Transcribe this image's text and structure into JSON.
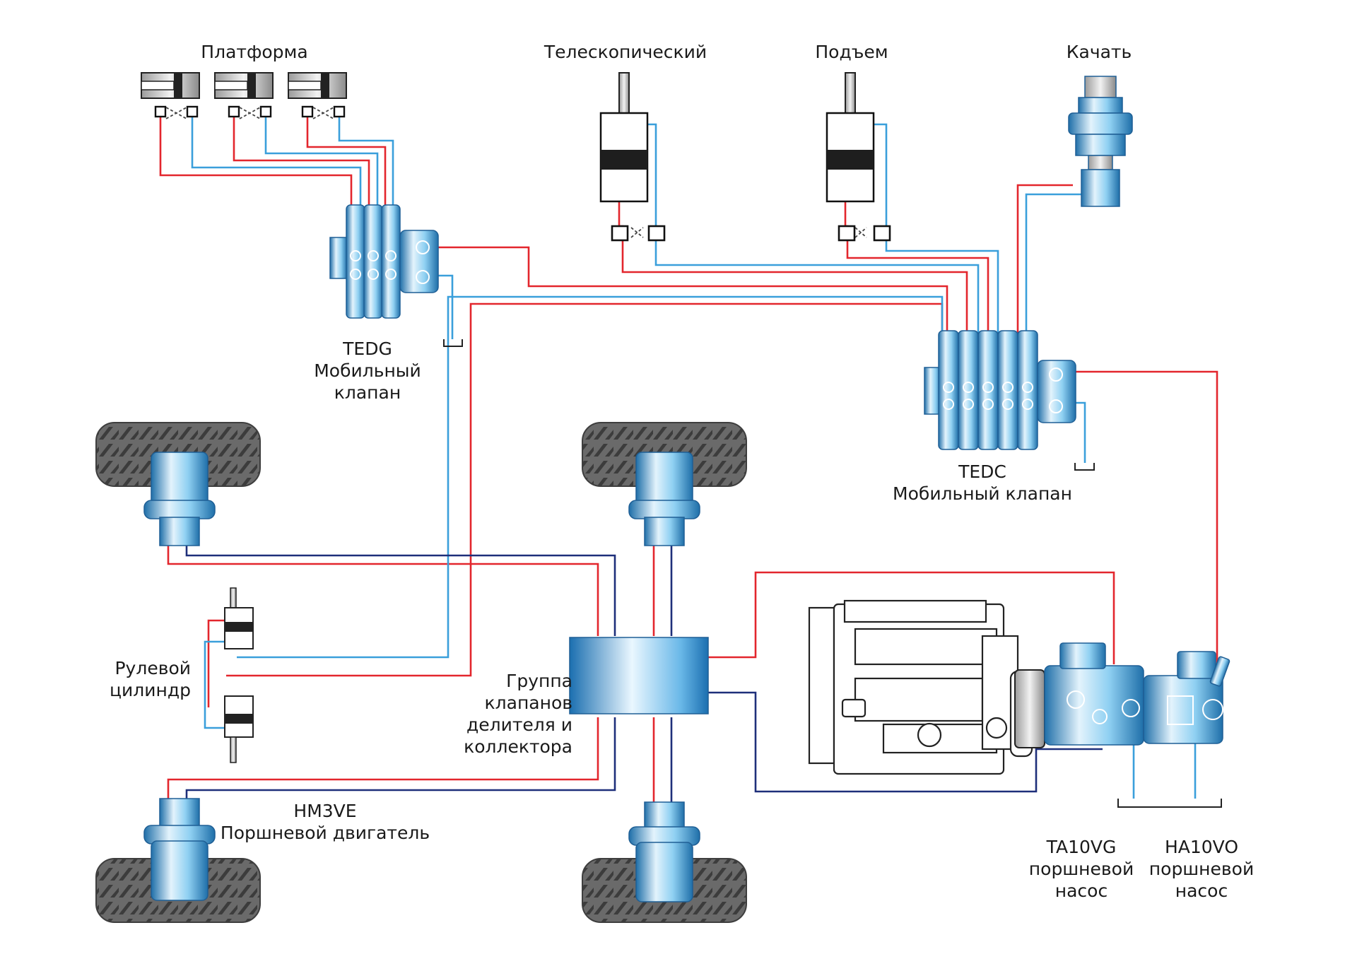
{
  "colors": {
    "pressure_line": "#e3262d",
    "return_line": "#3a9fdb",
    "drive_line": "#1e2f7a",
    "component_light": "#e3f3fc",
    "component_mid": "#7cc4ec",
    "component_dark": "#1f6fa9",
    "tire": "#5b5b5b",
    "cylinder_piston": "#222222"
  },
  "icons": [
    "wheel-icon",
    "hydraulic-motor-icon",
    "cylinder-icon",
    "valve-block-icon",
    "engine-icon",
    "piston-pump-icon",
    "tank-symbol-icon",
    "swing-motor-icon"
  ],
  "labels": {
    "platform": "Платформа",
    "telescopic": "Телескопический",
    "lift": "Подъем",
    "swing": "Качать",
    "tedg_name": "TEDG",
    "tedg_line2": "Мобильный",
    "tedg_line3": "клапан",
    "tedc_name": "TEDC",
    "tedc_line2": "Мобильный клапан",
    "steering_line1": "Рулевой",
    "steering_line2": "цилиндр",
    "divider_line1": "Группа",
    "divider_line2": "клапанов",
    "divider_line3": "делителя и",
    "divider_line4": "коллектора",
    "hm3ve_name": "HM3VE",
    "hm3ve_line2": "Поршневой двигатель",
    "ta10vg_name": "TA10VG",
    "ta10vg_line2": "поршневой",
    "ta10vg_line3": "насос",
    "ha10vo_name": "HA10VO",
    "ha10vo_line2": "поршневой",
    "ha10vo_line3": "насос"
  }
}
